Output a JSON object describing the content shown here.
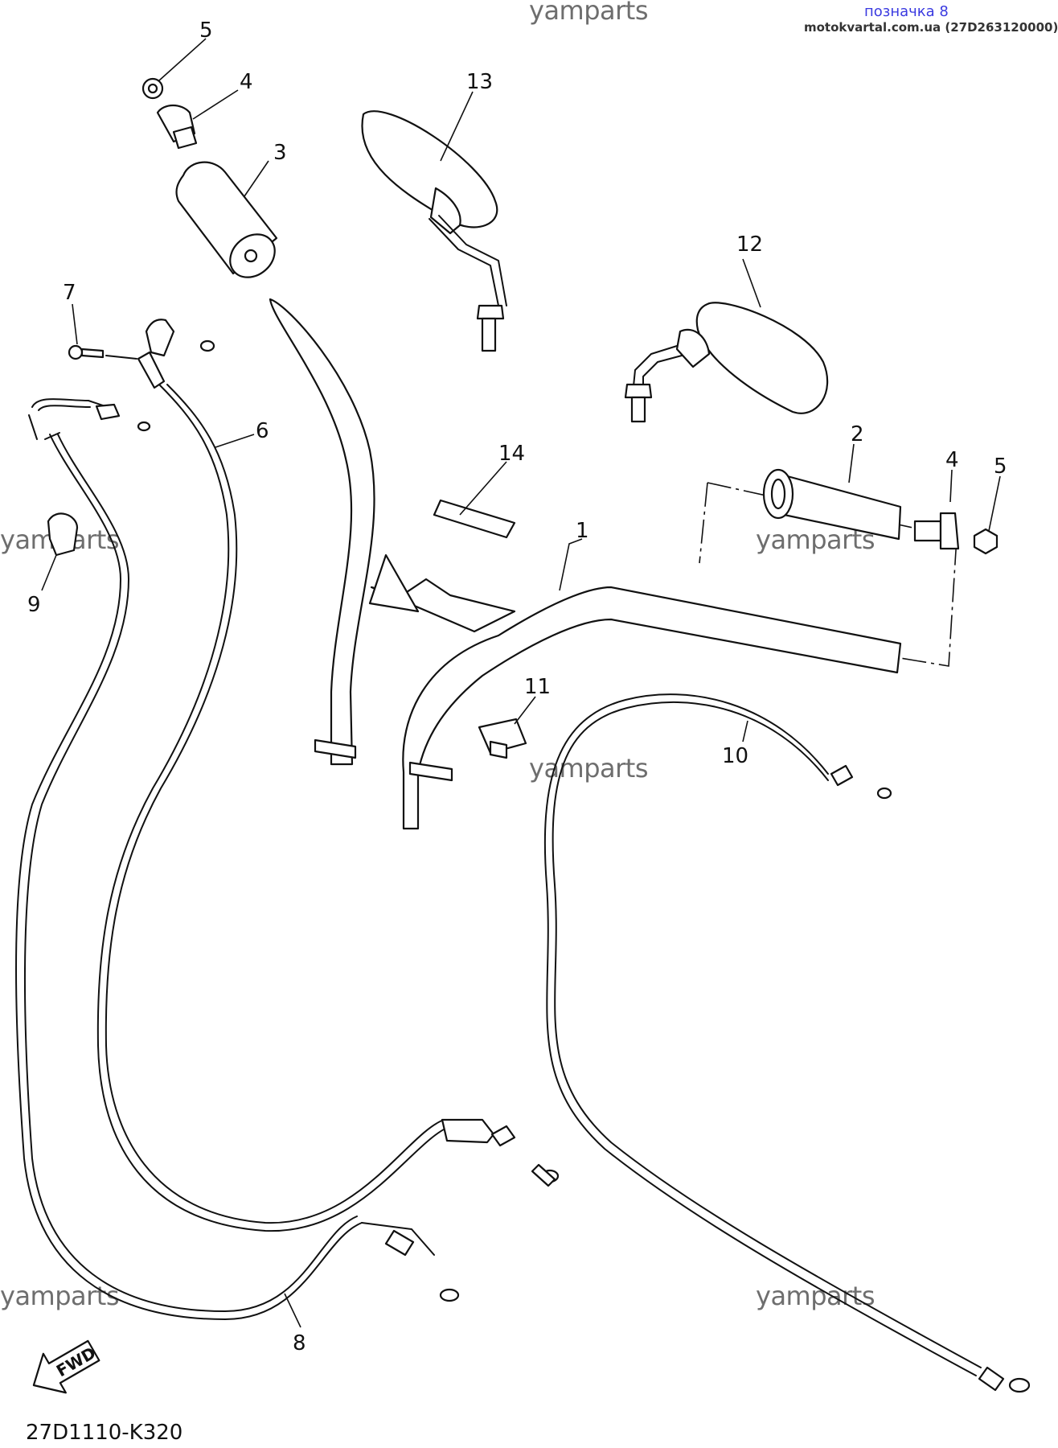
{
  "header": {
    "watermark_top": "yamparts",
    "note": "позначка 8",
    "source": "motokvartal.com.ua (27D263120000)"
  },
  "watermarks": [
    "yamparts",
    "yamparts",
    "yamparts",
    "yamparts",
    "yamparts"
  ],
  "callouts": {
    "c1": "1",
    "c2": "2",
    "c3": "3",
    "c4a": "4",
    "c4b": "4",
    "c5a": "5",
    "c5b": "5",
    "c6": "6",
    "c7": "7",
    "c8": "8",
    "c9": "9",
    "c10": "10",
    "c11": "11",
    "c12": "12",
    "c13": "13",
    "c14": "14"
  },
  "fwd_label": "FWD",
  "diagram_code": "27D1110-K320"
}
